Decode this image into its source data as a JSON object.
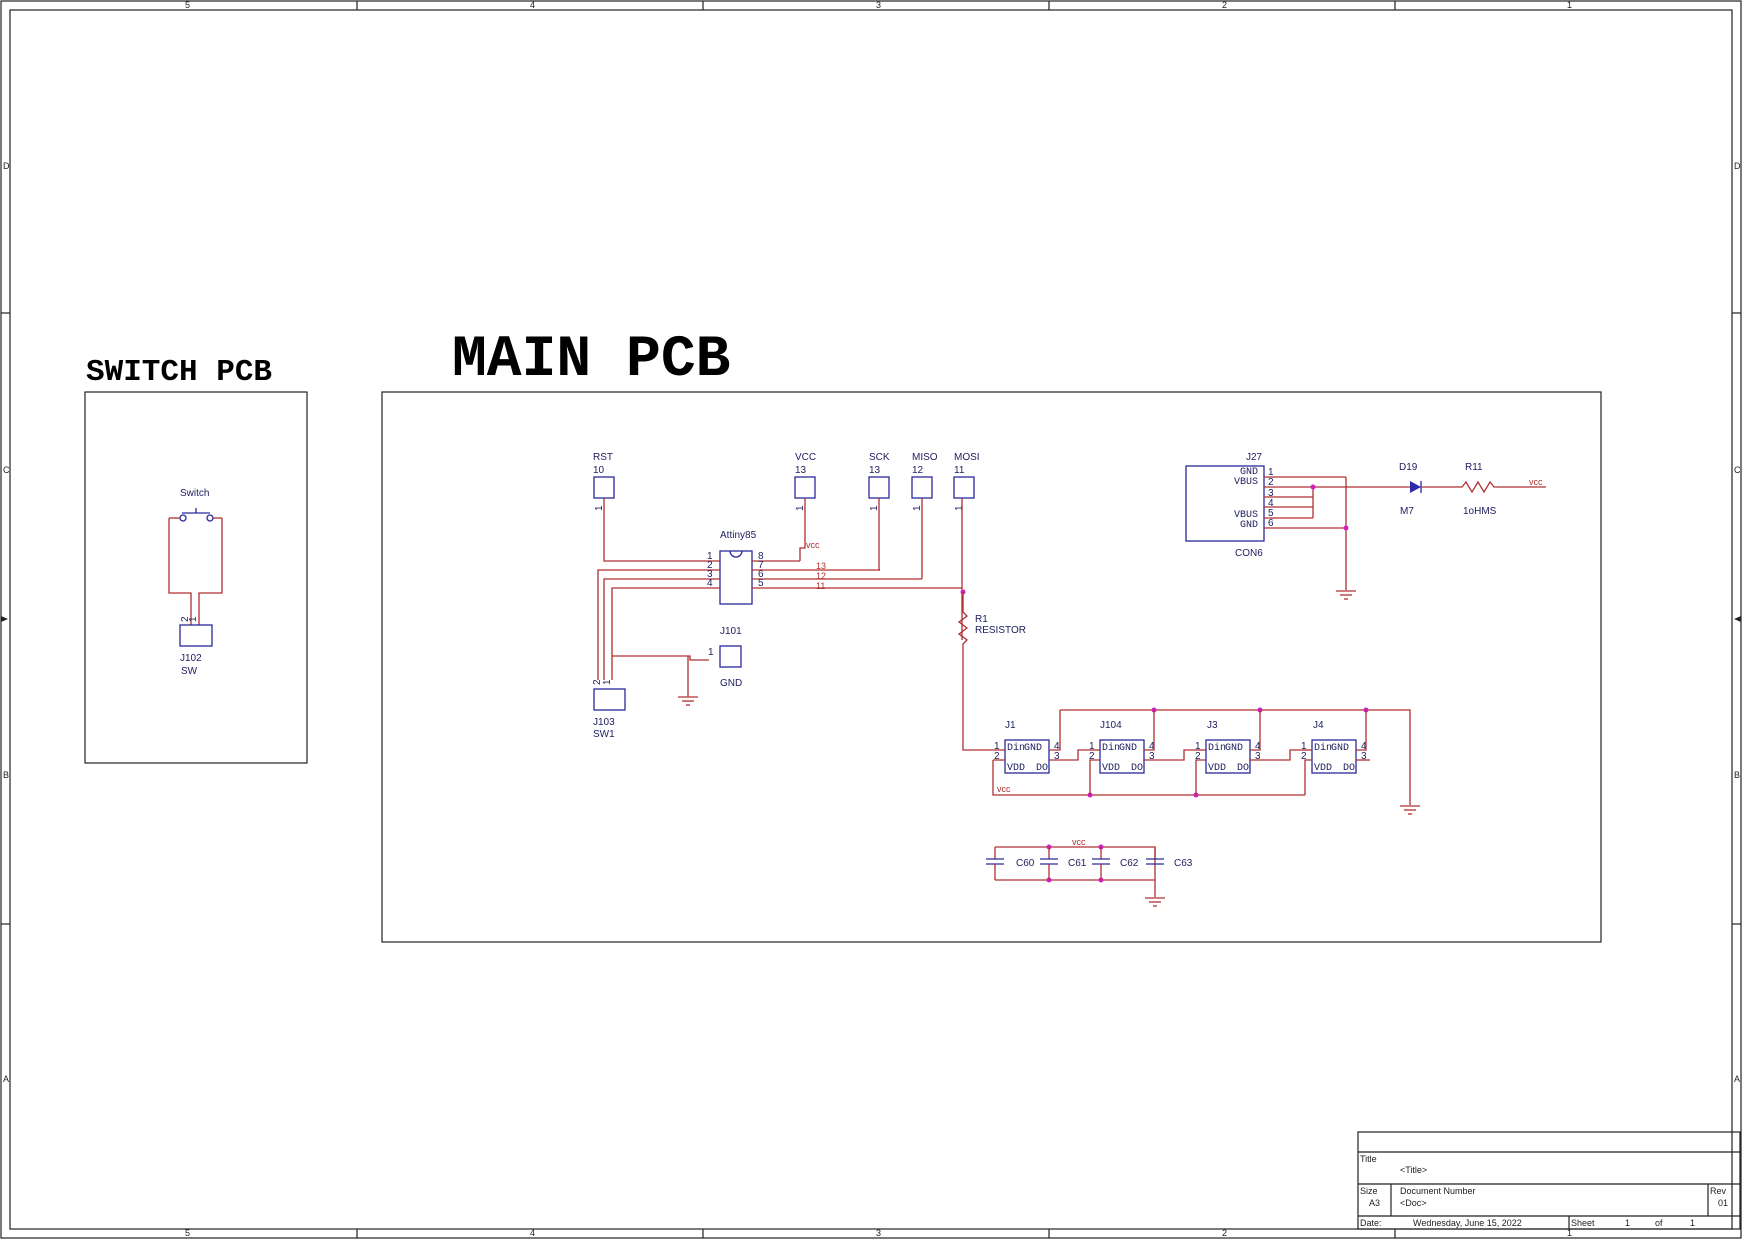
{
  "border": {
    "columns": [
      "5",
      "4",
      "3",
      "2",
      "1"
    ],
    "rows": [
      "D",
      "C",
      "B",
      "A"
    ]
  },
  "headings": {
    "switch_pcb": "SWITCH PCB",
    "main_pcb": "MAIN PCB"
  },
  "switch_pcb": {
    "switch_label": "Switch",
    "ref": "J102",
    "value": "SW",
    "pin1": "1",
    "pin2": "2"
  },
  "headers": [
    {
      "name": "RST",
      "net": "10",
      "pin": "1"
    },
    {
      "name": "VCC",
      "net": "13",
      "pin": "1"
    },
    {
      "name": "SCK",
      "net": "13",
      "pin": "1"
    },
    {
      "name": "MISO",
      "net": "12",
      "pin": "1"
    },
    {
      "name": "MOSI",
      "net": "11",
      "pin": "1"
    }
  ],
  "mcu": {
    "name": "Attiny85",
    "left_pins": [
      "1",
      "2",
      "3",
      "4"
    ],
    "right_pins": [
      "8",
      "7",
      "6",
      "5"
    ],
    "vcc_label": "vcc",
    "net_labels": [
      "13",
      "12",
      "11"
    ]
  },
  "j101": {
    "ref": "J101",
    "pin": "1",
    "net": "GND"
  },
  "j103": {
    "ref": "J103",
    "value": "SW1",
    "pin1": "1",
    "pin2": "2"
  },
  "r1": {
    "ref": "R1",
    "value": "RESISTOR"
  },
  "connector": {
    "ref": "J27",
    "value": "CON6",
    "pins": [
      {
        "num": "1",
        "name": "GND"
      },
      {
        "num": "2",
        "name": "VBUS"
      },
      {
        "num": "3",
        "name": ""
      },
      {
        "num": "4",
        "name": ""
      },
      {
        "num": "5",
        "name": "VBUS"
      },
      {
        "num": "6",
        "name": "GND"
      }
    ]
  },
  "diode": {
    "ref": "D19",
    "value": "M7"
  },
  "r11": {
    "ref": "R11",
    "value": "1oHMS",
    "net": "vcc"
  },
  "leds": [
    {
      "ref": "J1",
      "din": "Din",
      "gnd": "GND",
      "vdd": "VDD",
      "do": "DO",
      "p1": "1",
      "p2": "2",
      "p3": "3",
      "p4": "4"
    },
    {
      "ref": "J104",
      "din": "Din",
      "gnd": "GND",
      "vdd": "VDD",
      "do": "DO",
      "p1": "1",
      "p2": "2",
      "p3": "3",
      "p4": "4"
    },
    {
      "ref": "J3",
      "din": "Din",
      "gnd": "GND",
      "vdd": "VDD",
      "do": "DO",
      "p1": "1",
      "p2": "2",
      "p3": "3",
      "p4": "4"
    },
    {
      "ref": "J4",
      "din": "Din",
      "gnd": "GND",
      "vdd": "VDD",
      "do": "DO",
      "p1": "1",
      "p2": "2",
      "p3": "3",
      "p4": "4"
    }
  ],
  "led_vcc": "vcc",
  "caps": {
    "refs": [
      "C60",
      "C61",
      "C62",
      "C63"
    ],
    "net": "vcc"
  },
  "title_block": {
    "title_label": "Title",
    "title_value": "<Title>",
    "size_label": "Size",
    "size_value": "A3",
    "docnum_label": "Document Number",
    "docnum_value": "<Doc>",
    "rev_label": "Rev",
    "rev_value": "01",
    "date_label": "Date:",
    "date_value": "Wednesday, June 15, 2022",
    "sheet_label": "Sheet",
    "sheet_value": "1",
    "of_label": "of",
    "of_value": "1"
  }
}
